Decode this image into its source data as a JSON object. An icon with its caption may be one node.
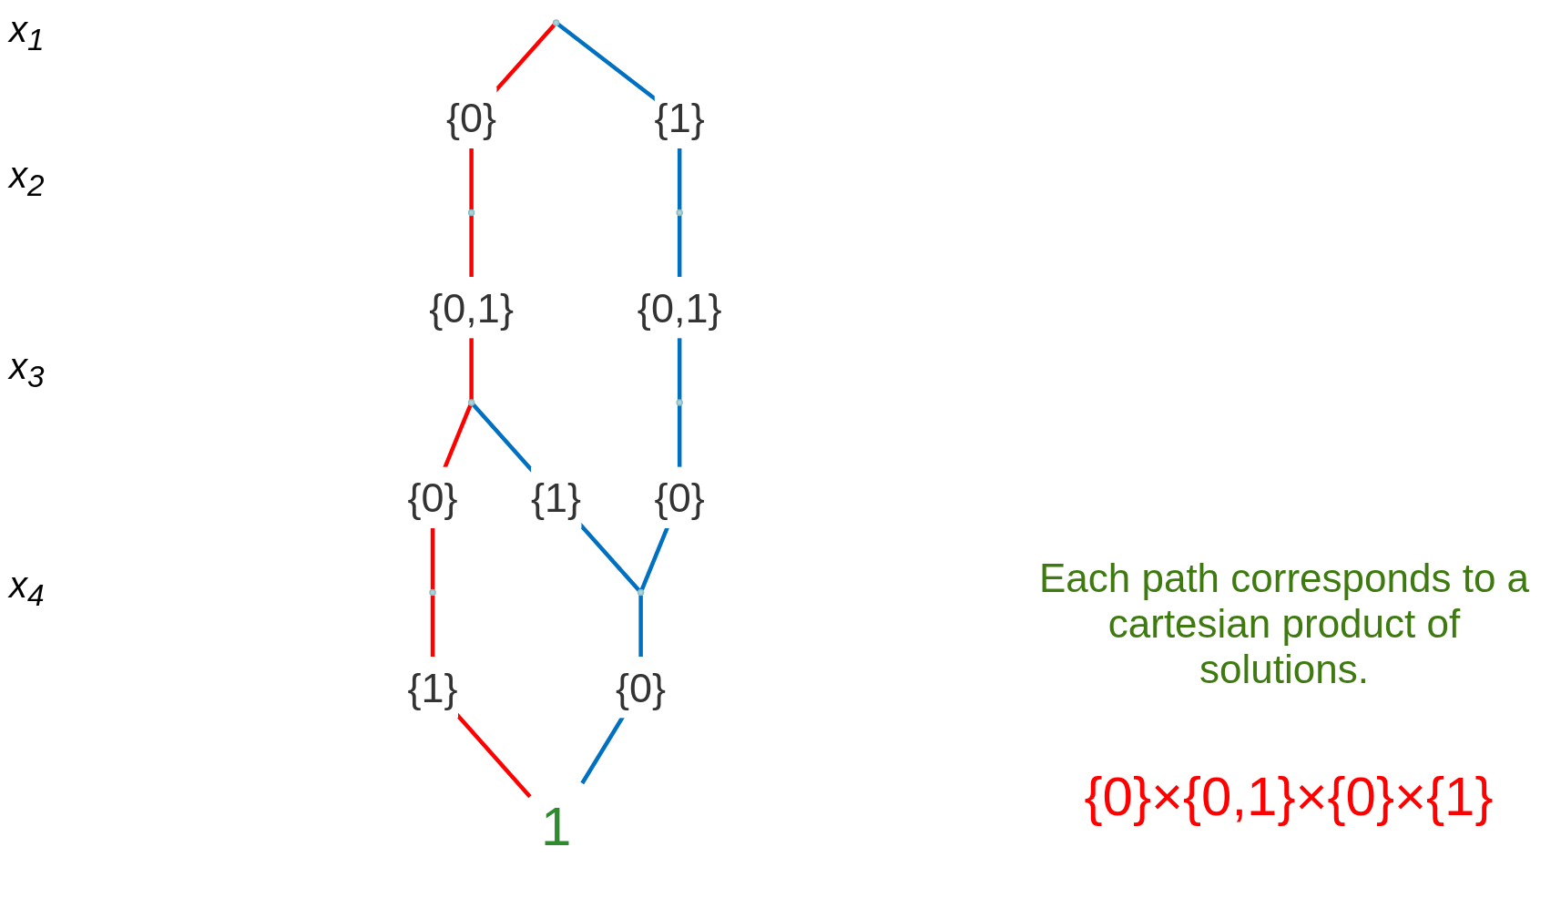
{
  "diagram": {
    "nodes": [
      {
        "text": [],
        "shape": "circle"
      },
      {
        "text": [],
        "shape": "circle"
      },
      {
        "text": [],
        "shape": "circle"
      },
      {
        "text": [],
        "shape": "circle"
      },
      {
        "text": [],
        "shape": "circle"
      },
      {
        "text": [],
        "shape": "circle"
      },
      {
        "text": [],
        "shape": "circle"
      },
      {
        "text": [
          "1"
        ]
      }
    ],
    "edges": [
      {
        "from": 0,
        "to": 1,
        "arrow": "none",
        "label": "{0}",
        "color": "#ff0000"
      },
      {
        "from": 0,
        "to": 2,
        "arrow": "none",
        "label": "{1}"
      },
      {
        "from": 1,
        "to": 3,
        "arrow": "none",
        "label": "{0,1}",
        "color": "#ff0000"
      },
      {
        "from": 2,
        "to": 4,
        "arrow": "none",
        "label": "{0,1}"
      },
      {
        "from": 3,
        "to": 5,
        "arrow": "none",
        "label": "{0}",
        "color": "#ff0000"
      },
      {
        "from": 3,
        "to": 6,
        "arrow": "none",
        "label": "{1}"
      },
      {
        "from": 4,
        "to": 6,
        "arrow": "none",
        "label": "{0}"
      },
      {
        "from": 5,
        "to": 7,
        "arrow": "none",
        "label": "{1}",
        "color": "#ff0000"
      },
      {
        "from": 6,
        "to": 7,
        "arrow": "none",
        "label": "{0}"
      }
    ],
    "labels": [
      "x$_{1}$",
      "x$_{2}$",
      "x$_{3}$",
      "x$_{4}$",
      "Each path corresponds to a cartesian product of solutions.",
      "{0}×{0,1}×{0}×{1}"
    ]
  }
}
